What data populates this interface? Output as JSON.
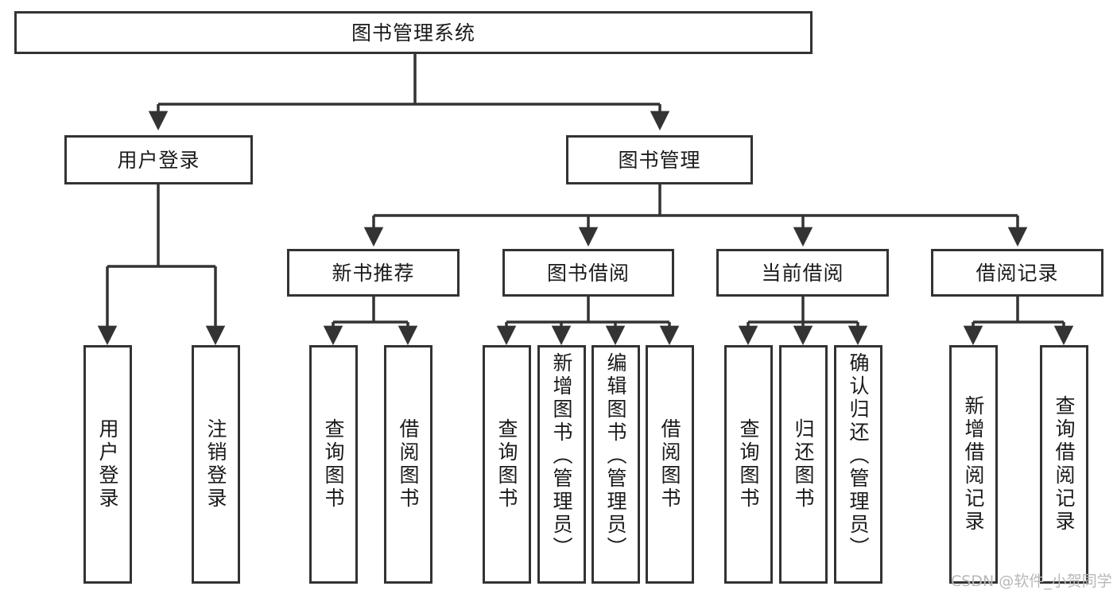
{
  "diagram": {
    "title": "图书管理系统",
    "type": "tree",
    "watermark": "CSDN @软件_小贺同学",
    "line_color": "#333333",
    "box_fill": "#ffffff",
    "text_color": "#1a1a1a",
    "root": {
      "label": "图书管理系统"
    },
    "level1": [
      {
        "label": "用户登录"
      },
      {
        "label": "图书管理"
      }
    ],
    "level2": [
      {
        "label": "新书推荐"
      },
      {
        "label": "图书借阅"
      },
      {
        "label": "当前借阅"
      },
      {
        "label": "借阅记录"
      }
    ],
    "leaves": {
      "user_login": [
        {
          "label": "用户登录"
        },
        {
          "label": "注销登录"
        }
      ],
      "new_book_recommend": [
        {
          "label": "查询图书"
        },
        {
          "label": "借阅图书"
        }
      ],
      "book_borrow": [
        {
          "label": "查询图书"
        },
        {
          "label": "新增图书（管理员）"
        },
        {
          "label": "编辑图书（管理员）"
        },
        {
          "label": "借阅图书"
        }
      ],
      "current_borrow": [
        {
          "label": "查询图书"
        },
        {
          "label": "归还图书"
        },
        {
          "label": "确认归还（管理员）"
        }
      ],
      "borrow_record": [
        {
          "label": "新增借阅记录"
        },
        {
          "label": "查询借阅记录"
        }
      ]
    }
  }
}
